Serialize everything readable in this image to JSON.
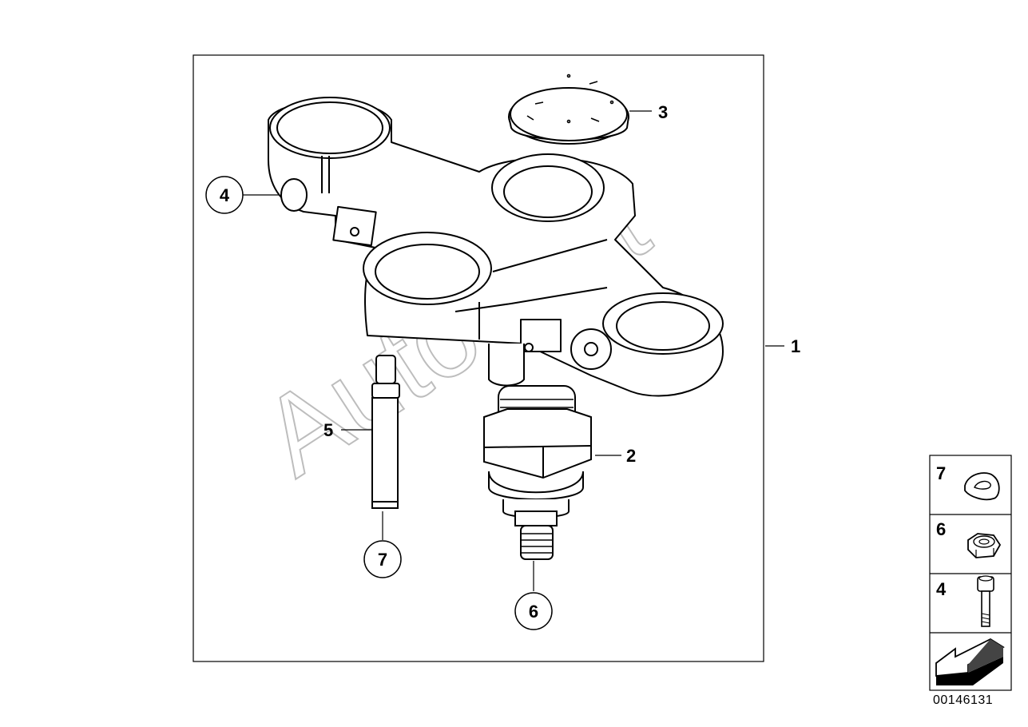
{
  "diagram_number": "00146131",
  "watermark": "AutoSoft",
  "callouts": {
    "c1": "1",
    "c2": "2",
    "c3": "3",
    "c4": "4",
    "c5": "5",
    "c6": "6",
    "c7": "7"
  },
  "legend": {
    "items": [
      {
        "number": "7",
        "icon": "wave-washer-icon"
      },
      {
        "number": "6",
        "icon": "hex-nut-icon"
      },
      {
        "number": "4",
        "icon": "socket-head-bolt-icon"
      }
    ],
    "nav_icon": "arrow-back-icon"
  }
}
